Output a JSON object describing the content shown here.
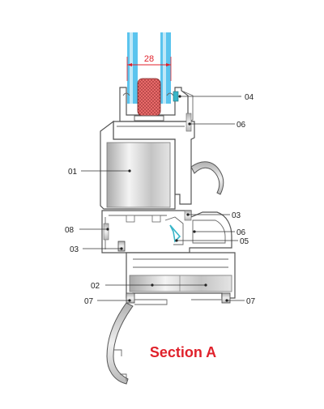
{
  "dimension": {
    "value": "28"
  },
  "labels": {
    "l01": "01",
    "l02": "02",
    "l03a": "03",
    "l03b": "03",
    "l04": "04",
    "l05": "05",
    "l06a": "06",
    "l06b": "06",
    "l07a": "07",
    "l07b": "07",
    "l08": "08"
  },
  "caption": "Section A",
  "colors": {
    "glass": "#5bc4ee",
    "gasket": "#e86a6a",
    "caption": "#e0212b",
    "dimension": "#e0212b",
    "metal": "#c9c9c9",
    "outline": "#555555",
    "seal_cyan": "#38b6c8"
  }
}
